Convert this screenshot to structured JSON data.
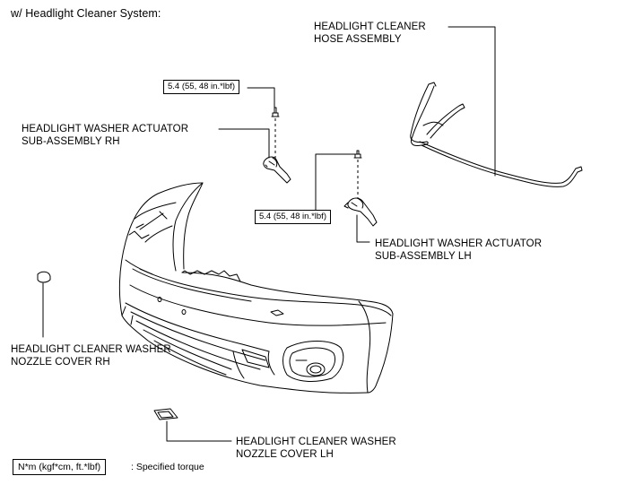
{
  "heading": "w/ Headlight Cleaner System:",
  "labels": {
    "hose_line1": "HEADLIGHT CLEANER",
    "hose_line2": "HOSE ASSEMBLY",
    "actuator_rh_line1": "HEADLIGHT WASHER ACTUATOR",
    "actuator_rh_line2": "SUB-ASSEMBLY RH",
    "actuator_lh_line1": "HEADLIGHT WASHER ACTUATOR",
    "actuator_lh_line2": "SUB-ASSEMBLY LH",
    "nozzle_rh_line1": "HEADLIGHT CLEANER WASHER",
    "nozzle_rh_line2": "NOZZLE COVER RH",
    "nozzle_lh_line1": "HEADLIGHT CLEANER WASHER",
    "nozzle_lh_line2": "NOZZLE COVER LH"
  },
  "torque": {
    "upper": "5.4 (55, 48 in.*lbf)",
    "lower": "5.4 (55, 48 in.*lbf)"
  },
  "legend": {
    "unit": "N*m (kgf*cm, ft.*lbf)",
    "description": ": Specified torque"
  }
}
